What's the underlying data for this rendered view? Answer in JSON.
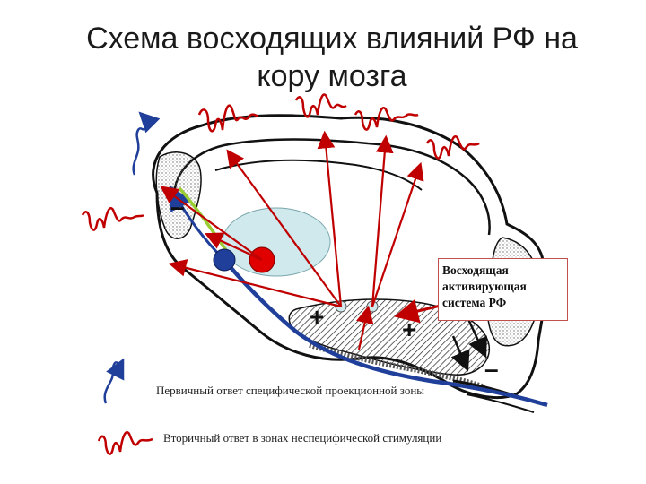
{
  "slide": {
    "title_line1": "Схема восходящих влияний РФ на",
    "title_line2": "кору мозга",
    "callout": {
      "line1": "Восходящая",
      "line2": "активирующая",
      "line3": "система РФ"
    },
    "signs": {
      "minus": "–",
      "plus": "+"
    },
    "legend": {
      "primary": "Первичный ответ специфической проекционной зоны",
      "secondary": "Вторичный ответ в зонах неспецифической стимуляции"
    },
    "colors": {
      "specific_pathway": "#1f3f9a",
      "nonspecific_pathway": "#c00000",
      "green_pathway": "#9acd32",
      "thalamus_fill": "#cfe9ec"
    }
  }
}
